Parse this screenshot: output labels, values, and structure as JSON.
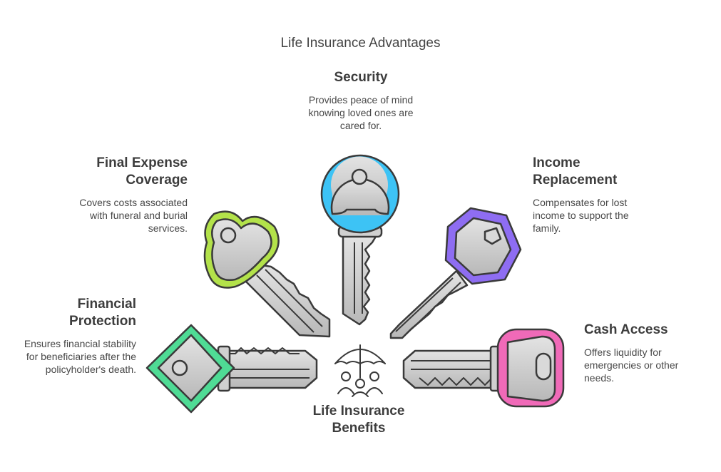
{
  "title": "Life Insurance Advantages",
  "center": {
    "label": "Life Insurance Benefits",
    "icon": "umbrella-family-icon"
  },
  "items": [
    {
      "id": "security",
      "title": "Security",
      "description": "Provides peace of mind knowing loved ones are cared for.",
      "color": "#3dc3f5",
      "icon": "key-icon"
    },
    {
      "id": "final-expense",
      "title": "Final Expense Coverage",
      "description": "Covers costs associated with funeral and burial services.",
      "color": "#b3e24a",
      "icon": "key-icon"
    },
    {
      "id": "income-replacement",
      "title": "Income Replacement",
      "description": "Compensates for lost income to support the family.",
      "color": "#8e6df2",
      "icon": "key-icon"
    },
    {
      "id": "financial-protection",
      "title": "Financial Protection",
      "description": "Ensures financial stability for beneficiaries after the policyholder's death.",
      "color": "#4fdb95",
      "icon": "key-icon"
    },
    {
      "id": "cash-access",
      "title": "Cash Access",
      "description": "Offers liquidity for emergencies or other needs.",
      "color": "#f06ab8",
      "icon": "key-icon"
    }
  ]
}
